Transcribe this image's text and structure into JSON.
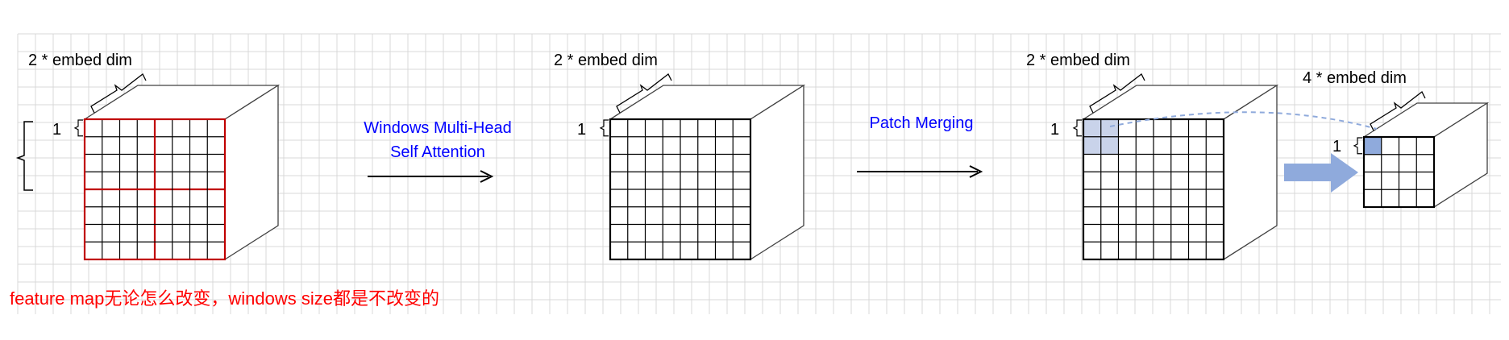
{
  "cubes": [
    {
      "embed_label": "2 * embed dim",
      "depth_label": "1",
      "grid": 8,
      "style": "red-windows"
    },
    {
      "embed_label": "2 * embed dim",
      "depth_label": "1",
      "grid": 8,
      "style": "plain"
    },
    {
      "embed_label": "2 * embed dim",
      "depth_label": "1",
      "grid": 8,
      "style": "highlight-patch"
    },
    {
      "embed_label": "4 * embed dim",
      "depth_label": "1",
      "grid": 4,
      "style": "merged"
    }
  ],
  "arrow_labels": {
    "wmsa_line1": "Windows Multi-Head",
    "wmsa_line2": "Self Attention",
    "patch_merging": "Patch Merging"
  },
  "note": "feature map无论怎么改变，windows size都是不改变的",
  "colors": {
    "background_grid": "#d9d9d9",
    "window_red": "#c00000",
    "cube_line": "#000000",
    "edge_gray": "#404040",
    "label_blue": "#0000ff",
    "note_red": "#ff0000",
    "highlight_fill": "#c9d3ea",
    "merged_fill": "#8faadc",
    "big_arrow": "#8faadc",
    "dashed_curve": "#8faadc"
  }
}
